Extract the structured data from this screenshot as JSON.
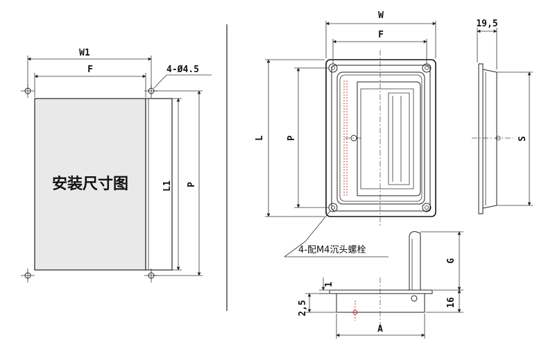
{
  "left_view": {
    "title": "安装尺寸图",
    "dims": {
      "w1": "W1",
      "f": "F",
      "holes": "4-Ø4.5",
      "l1": "L1",
      "p": "P"
    }
  },
  "front_view": {
    "dims": {
      "w": "W",
      "f": "F",
      "l": "L",
      "p": "P",
      "screw_note": "4-配M4沉头螺栓"
    }
  },
  "side_view": {
    "dims": {
      "thickness": "19,5",
      "s": "S"
    }
  },
  "bottom_view": {
    "dims": {
      "t1": "1",
      "t2": "2,5",
      "a": "A",
      "g": "G",
      "h": "16"
    }
  }
}
